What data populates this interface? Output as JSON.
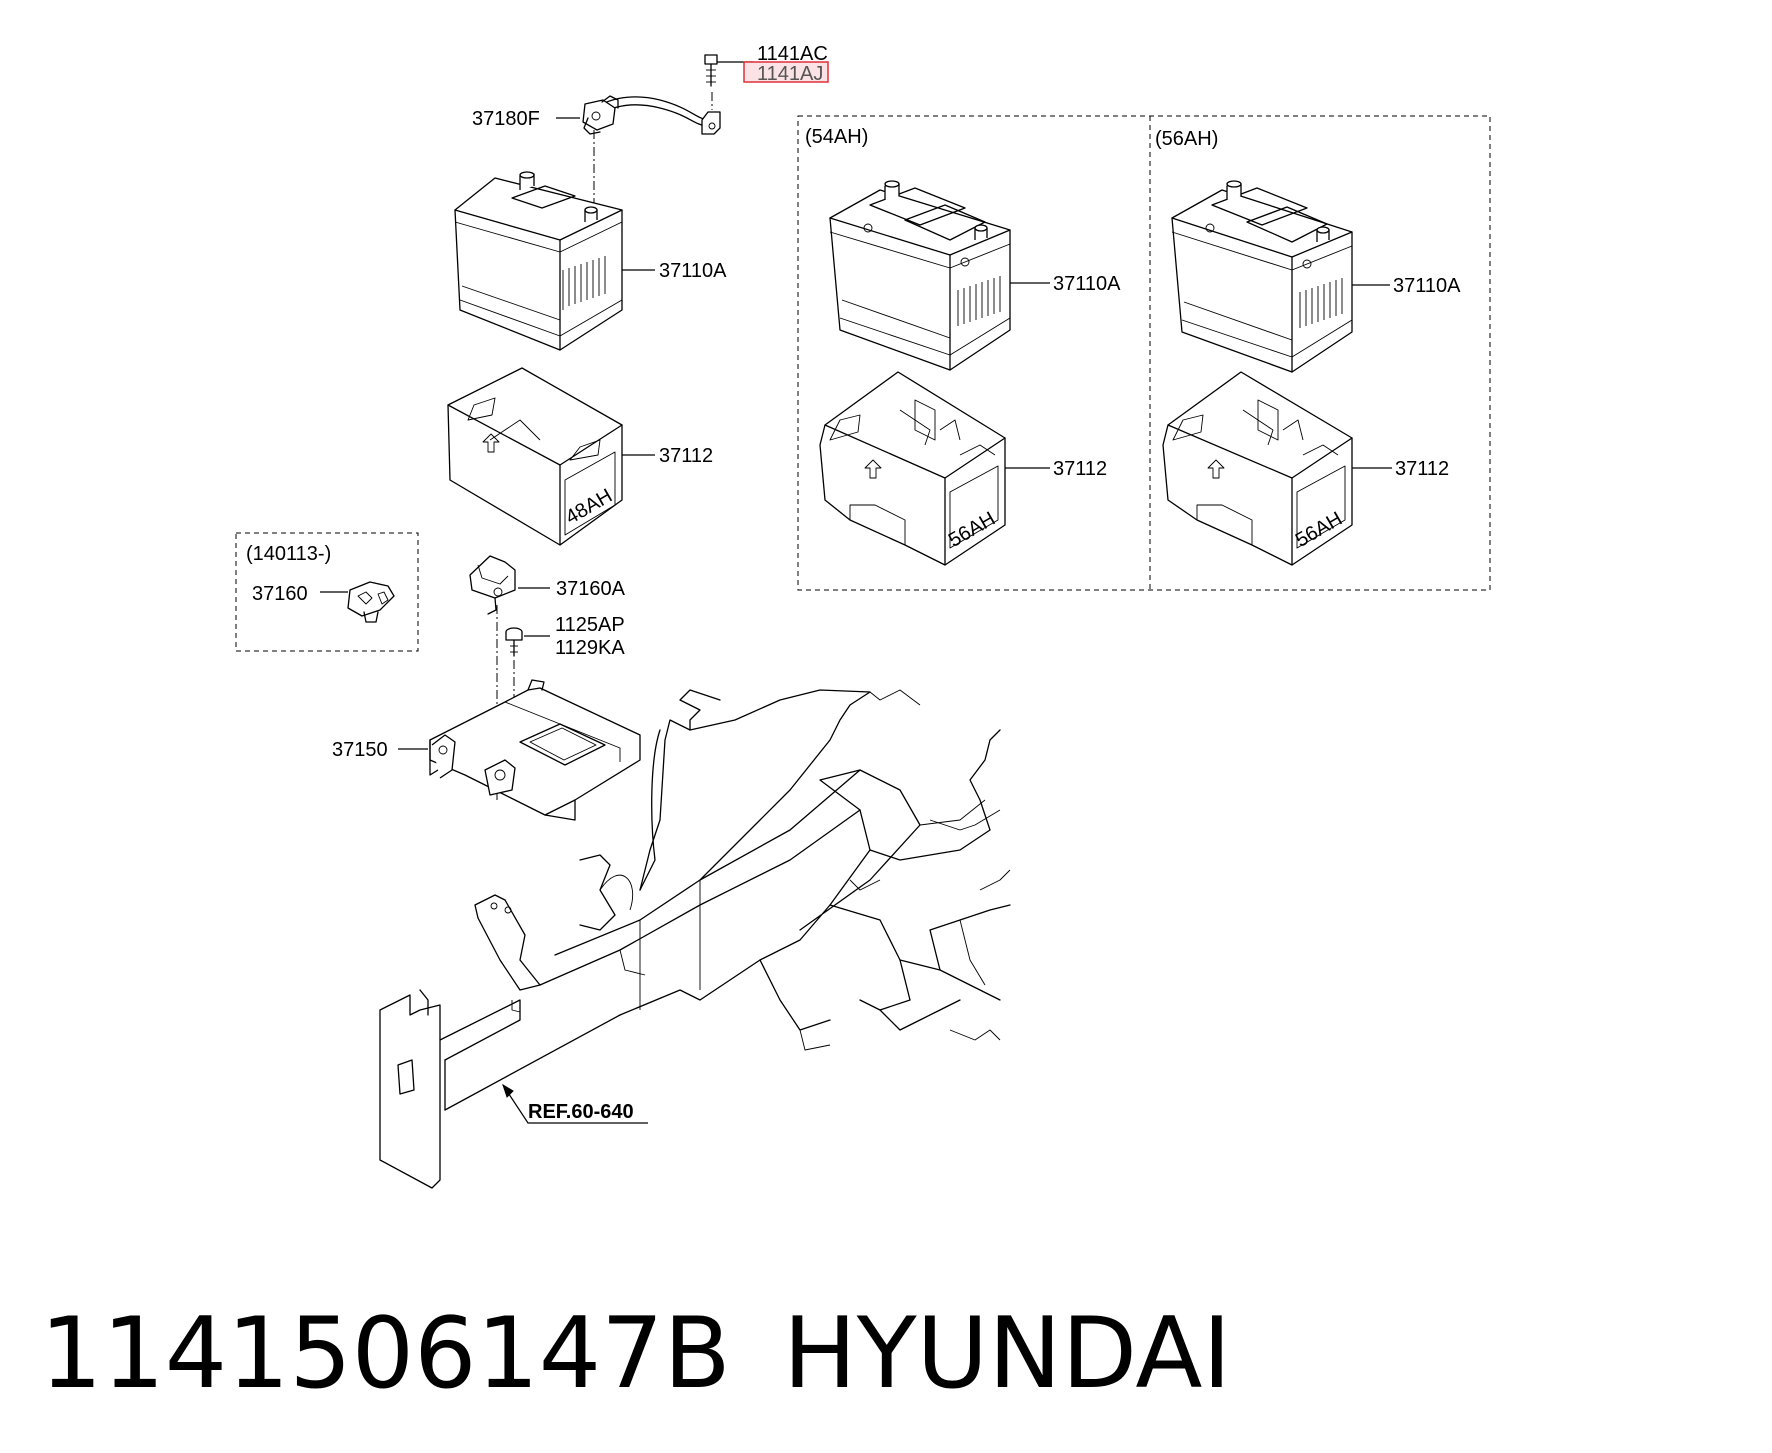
{
  "callouts": {
    "p1141AC": "1141AC",
    "p1141AJ": "1141AJ",
    "p37180F": "37180F",
    "p37110A_main": "37110A",
    "p37112_main": "37112",
    "p37160A": "37160A",
    "p1125AP": "1125AP",
    "p1129KA": "1129KA",
    "p37150": "37150",
    "p37160": "37160",
    "p37110A_54": "37110A",
    "p37112_54": "37112",
    "p37110A_56": "37110A",
    "p37112_56": "37112"
  },
  "groups": {
    "g54": "(54AH)",
    "g56": "(56AH)",
    "g140113": "(140113-)"
  },
  "markings": {
    "tray_main": "48AH",
    "tray_54": "56AH",
    "tray_56": "56AH"
  },
  "reference": "REF.60-640",
  "highlight": {
    "part": "1141AJ",
    "color": "#e0303a",
    "fill": "#fbe3e5"
  },
  "footer": {
    "part_number": "1141506147B",
    "brand": "HYUNDAI"
  }
}
